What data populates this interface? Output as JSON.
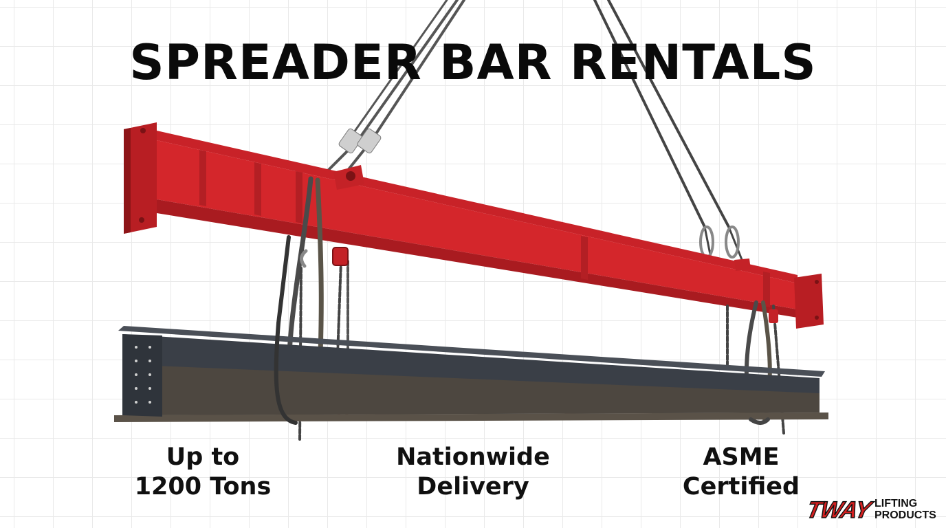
{
  "headline": "SPREADER BAR RENTALS",
  "features": [
    {
      "line1": "Up to",
      "line2": "1200 Tons"
    },
    {
      "line1": "Nationwide",
      "line2": "Delivery"
    },
    {
      "line1": "ASME",
      "line2": "Certified"
    }
  ],
  "logo": {
    "mark": "TWAY",
    "line1": "LIFTING",
    "line2": "PRODUCTS"
  },
  "colors": {
    "bar_red": "#d4262b",
    "beam_steel": "#3a3f47",
    "text": "#0a0a0a",
    "grid": "#e9e9e9"
  },
  "icons": [
    "spreader-bar-illustration",
    "steel-i-beam-illustration",
    "wire-rope-sling",
    "chain-hoist"
  ]
}
